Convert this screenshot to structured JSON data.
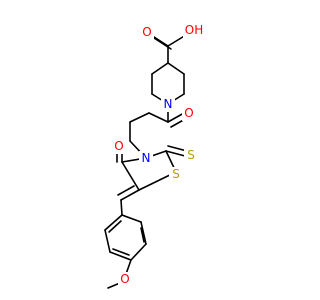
{
  "atoms": {
    "oh": {
      "text": "OH",
      "color": "#ff0000"
    },
    "o_acid": {
      "text": "O",
      "color": "#ff0000"
    },
    "n_pip": {
      "text": "N",
      "color": "#0000ff"
    },
    "o_amide": {
      "text": "O",
      "color": "#ff0000"
    },
    "n_thz": {
      "text": "N",
      "color": "#0000ff"
    },
    "o_thz": {
      "text": "O",
      "color": "#ff0000"
    },
    "s_ring": {
      "text": "S",
      "color": "#b8a000"
    },
    "s_thione": {
      "text": "S",
      "color": "#b8a000"
    },
    "o_ether": {
      "text": "O",
      "color": "#ff0000"
    }
  }
}
